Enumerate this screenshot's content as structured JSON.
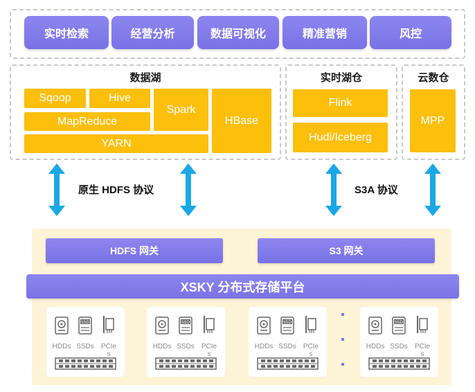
{
  "apps": [
    "实时检索",
    "经营分析",
    "数据可视化",
    "精准营销",
    "风控"
  ],
  "data_lake": {
    "title": "数据湖",
    "components": [
      "Sqoop",
      "Hive",
      "MapReduce",
      "YARN",
      "Spark",
      "HBase"
    ]
  },
  "realtime_lake": {
    "title": "实时湖仓",
    "components": [
      "Flink",
      "Hudi/Iceberg"
    ]
  },
  "cloud_warehouse": {
    "title": "云数仓",
    "components": [
      "MPP"
    ]
  },
  "protocols": {
    "hdfs": "原生 HDFS 协议",
    "s3a": "S3A 协议"
  },
  "gateways": {
    "hdfs": "HDFS 网关",
    "s3": "S3 网关"
  },
  "platform": "XSKY 分布式存储平台",
  "node_labels": {
    "hdd": "HDDs",
    "ssd": "SSDs",
    "pcie_line1": "PCIe",
    "pcie_line2": "s",
    "ssd_tag": "SSD"
  },
  "colors": {
    "accent_purple": "#7a72e6",
    "component_yellow": "#fbbf0c",
    "arrow_blue": "#1aa7e6",
    "storage_bg": "#fdf3d6"
  },
  "icons": [
    "bidirectional-arrow-icon",
    "hdd-icon",
    "ssd-icon",
    "pcie-icon",
    "server-rack-icon"
  ]
}
